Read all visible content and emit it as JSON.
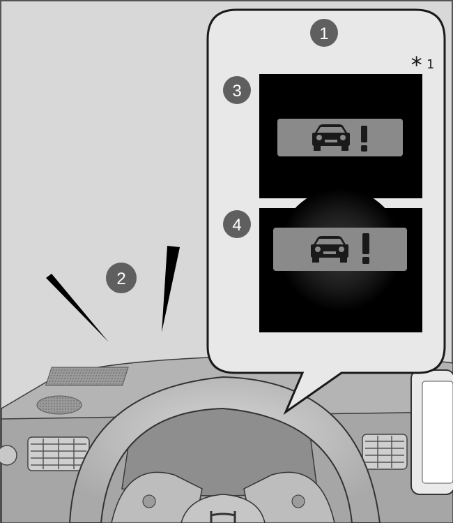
{
  "callouts": [
    {
      "id": "1",
      "label": "1"
    },
    {
      "id": "2",
      "label": "2"
    },
    {
      "id": "3",
      "label": "3"
    },
    {
      "id": "4",
      "label": "4"
    }
  ],
  "footnote_marker": {
    "star": "*",
    "number": "1"
  },
  "colors": {
    "badge": "#5f5f5f",
    "screen": "#000000",
    "indicator_bar": "#8a8a8a",
    "background": "#d8d8d8",
    "dashboard": "#a8a8a8"
  },
  "icons": {
    "car": "front-car-warning-icon",
    "exclamation": "exclamation-icon"
  }
}
